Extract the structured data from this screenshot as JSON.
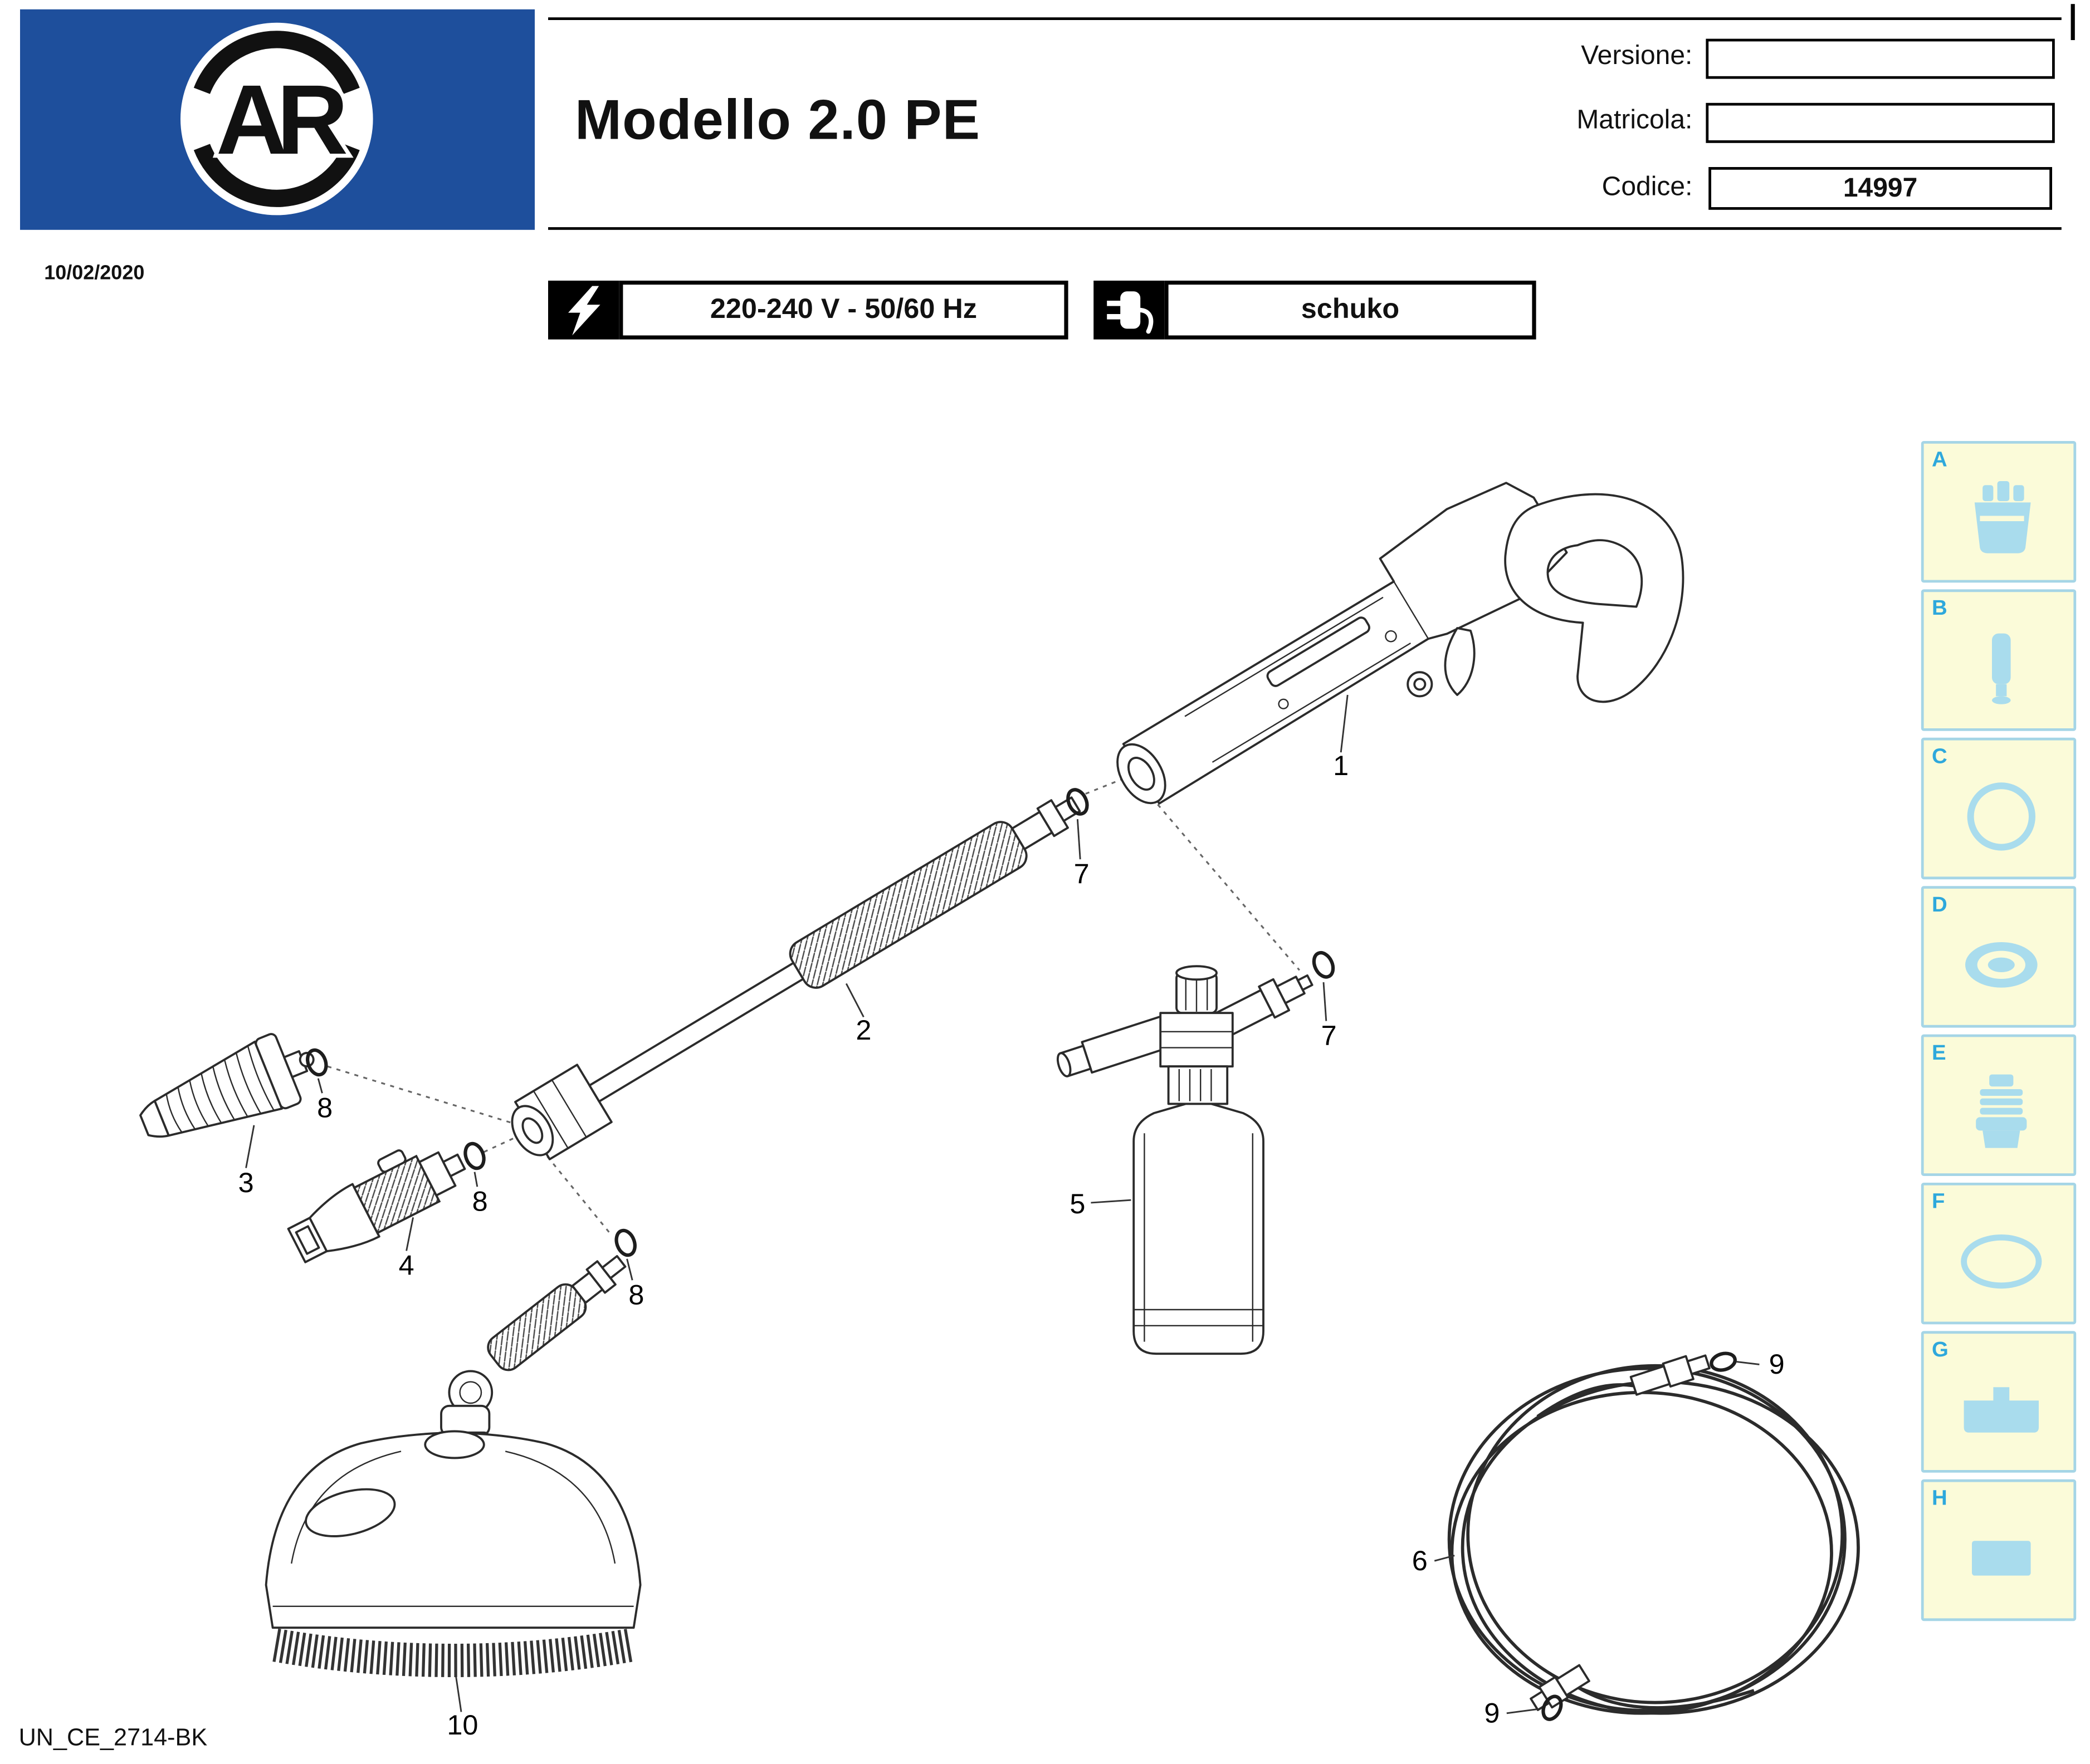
{
  "header": {
    "brand": "AR",
    "date": "10/02/2020",
    "title": "Modello 2.0 PE",
    "fields": [
      {
        "label": "Versione:",
        "value": ""
      },
      {
        "label": "Matricola:",
        "value": ""
      },
      {
        "label": "Codice:",
        "value": "14997"
      }
    ],
    "specs": [
      {
        "icon": "lightning-icon",
        "text": "220-240 V - 50/60 Hz"
      },
      {
        "icon": "schuko-plug-icon",
        "text": "schuko"
      }
    ]
  },
  "diagram": {
    "callouts": {
      "n1": "1",
      "n2": "2",
      "n3": "3",
      "n4": "4",
      "n5": "5",
      "n6": "6",
      "n7a": "7",
      "n7b": "7",
      "n8a": "8",
      "n8b": "8",
      "n8c": "8",
      "n9a": "9",
      "n9b": "9",
      "n10": "10"
    }
  },
  "legend": {
    "items": [
      {
        "letter": "A",
        "icon": "nozzle-holder-icon"
      },
      {
        "letter": "B",
        "icon": "tube-icon"
      },
      {
        "letter": "C",
        "icon": "o-ring-icon"
      },
      {
        "letter": "D",
        "icon": "seal-icon"
      },
      {
        "letter": "E",
        "icon": "threaded-adapter-icon"
      },
      {
        "letter": "F",
        "icon": "oval-ring-icon"
      },
      {
        "letter": "G",
        "icon": "clip-icon"
      },
      {
        "letter": "H",
        "icon": "plate-icon"
      }
    ]
  },
  "footer": {
    "doc_code": "UN_CE_2714-BK"
  },
  "colors": {
    "brand_blue": "#1e4f9c",
    "legend_bg": "#fbfbd9",
    "legend_border": "#a5d5e6",
    "legend_accent": "#2ea8dc"
  }
}
